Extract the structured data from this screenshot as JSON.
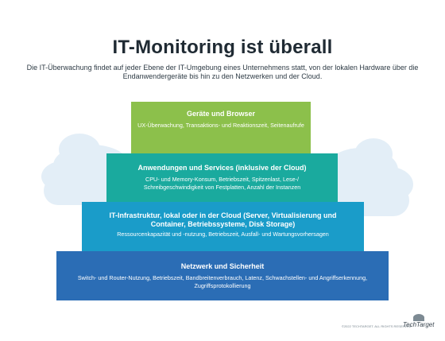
{
  "title": "IT-Monitoring ist überall",
  "subtitle": "Die IT-Überwachung findet auf jeder Ebene der IT-Umgebung eines Unternehmens statt, von der lokalen Hardware über die Endanwendergeräte bis hin zu den Netzwerken und der Cloud.",
  "tiers": [
    {
      "heading": "Geräte und Browser",
      "description": "UX-Überwachung, Transaktions- und Reaktionszeit, Seitenaufrufe",
      "color": "#8cc04b"
    },
    {
      "heading": "Anwendungen und Services (inklusive der Cloud)",
      "description": "CPU- und Memory-Konsum, Betriebszeit, Spitzenlast, Lese-/ Schreibgeschwindigkeit von Festplatten, Anzahl der Instanzen",
      "color": "#1aaa9e"
    },
    {
      "heading": "IT-Infrastruktur, lokal oder in der Cloud (Server, Virtualisierung und Container, Betriebssysteme, Disk Storage)",
      "description": "Ressourcenkapazität und -nutzung, Betriebszeit, Ausfall- und Wartungsvorhersagen",
      "color": "#1a9cc9"
    },
    {
      "heading": "Netzwerk und Sicherheit",
      "description": "Switch- und Router-Nutzung, Betriebszeit, Bandbreitenverbrauch, Latenz, Schwachstellen- und Angriffserkennung, Zugriffsprotokollierung",
      "color": "#2b6db5"
    }
  ],
  "footer": {
    "copyright": "©2022 TECHTARGET. ALL RIGHTS RESERVED",
    "brand": "TechTarget"
  }
}
